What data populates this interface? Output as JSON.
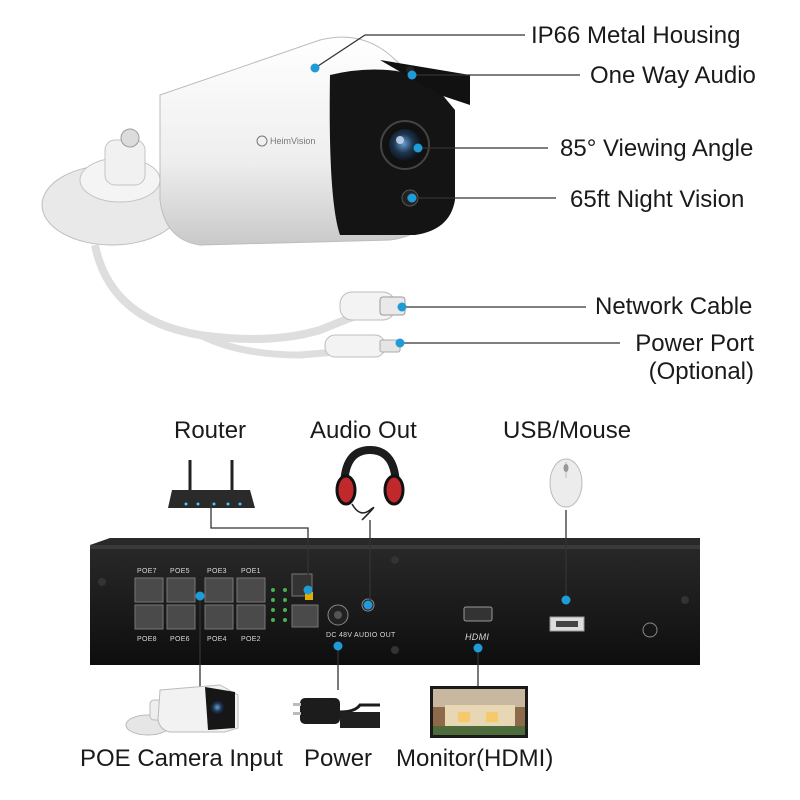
{
  "camera_callouts": {
    "housing": "IP66 Metal Housing",
    "audio": "One Way Audio",
    "angle": "85° Viewing Angle",
    "night": "65ft Night Vision",
    "network": "Network Cable",
    "power_port": "Power Port",
    "power_port_note": "(Optional)"
  },
  "camera_brand": "HeimVision",
  "nvr_top_labels": {
    "router": "Router",
    "audio_out": "Audio Out",
    "usb_mouse": "USB/Mouse"
  },
  "nvr_bottom_labels": {
    "poe_input": "POE Camera Input",
    "power": "Power",
    "monitor": "Monitor(HDMI)"
  },
  "nvr_panel": {
    "ports_top": [
      "POE7",
      "POE5",
      "POE3",
      "POE1"
    ],
    "ports_bottom": [
      "POE8",
      "POE6",
      "POE4",
      "POE2"
    ],
    "dc_label": "DC 48V",
    "audio_label": "AUDIO OUT",
    "hdmi_label": "HDMI"
  },
  "colors": {
    "accent": "#1f9bd7",
    "line": "#333333",
    "nvr_body": "#141414"
  }
}
